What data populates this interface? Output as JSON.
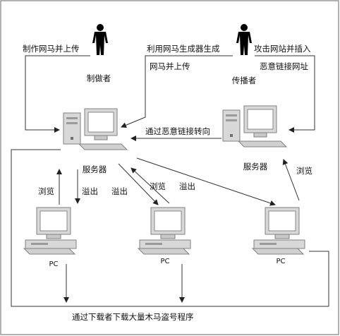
{
  "nodes": {
    "maker": "制做者",
    "spreader": "传播者",
    "server_main": "服务器",
    "server_attacked": "服务器",
    "pc_left": "PC",
    "pc_mid": "PC",
    "pc_right": "PC"
  },
  "edges": {
    "maker_upload": "制作网马并上传",
    "spreader_generate": "利用网马生成器生成",
    "spreader_upload": "网马并上传",
    "attack_insert": "攻击网站并插入",
    "malicious_link": "恶意链接网址",
    "redirect": "通过恶意链接转向",
    "browse_left": "浏览",
    "overflow_left": "溢出",
    "overflow_mid": "溢出",
    "browse_mid": "浏览",
    "overflow_mid2": "溢出",
    "browse_right": "浏览",
    "download_bottom": "通过下载者下载大量木马盗号程序"
  },
  "colors": {
    "computer_body": "#d8d8d8",
    "computer_edge": "#808080",
    "screen": "#ffffff",
    "person": "#000000",
    "line": "#333333"
  }
}
